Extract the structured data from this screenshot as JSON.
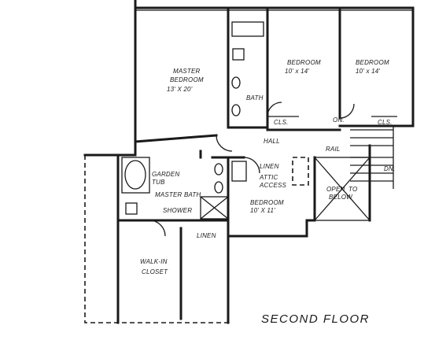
{
  "title": "SECOND FLOOR",
  "rooms": {
    "master_bedroom": {
      "name": "MASTER",
      "name2": "BEDROOM",
      "dims": "13' X 20'"
    },
    "bedroom_1": {
      "name": "BEDROOM",
      "dims": "10' x 14'"
    },
    "bedroom_2": {
      "name": "BEDROOM",
      "dims": "10' x 14'"
    },
    "bath": "BATH",
    "closet_left": "CLS.",
    "closet_right": "CLS.",
    "hall": "HALL",
    "open_below": {
      "line1": "OPEN",
      "line2": "TO",
      "line3": "BELOW"
    },
    "garden_tub": {
      "line1": "GARDEN",
      "line2": "TUB"
    },
    "master_bath": "MASTER BATH",
    "shower": "SHOWER",
    "linen_1": "LINEN",
    "attic": {
      "line1": "ATTIC",
      "line2": "ACCESS"
    },
    "bedroom_3": {
      "name": "BEDROOM",
      "dims": "10' X 11'"
    },
    "linen_2": "LINEN",
    "walkin": {
      "line1": "WALK-IN",
      "line2": "CLOSET"
    },
    "rail": {
      "line1": "ON.",
      "line2": "RAIL"
    },
    "dn": "DN."
  }
}
